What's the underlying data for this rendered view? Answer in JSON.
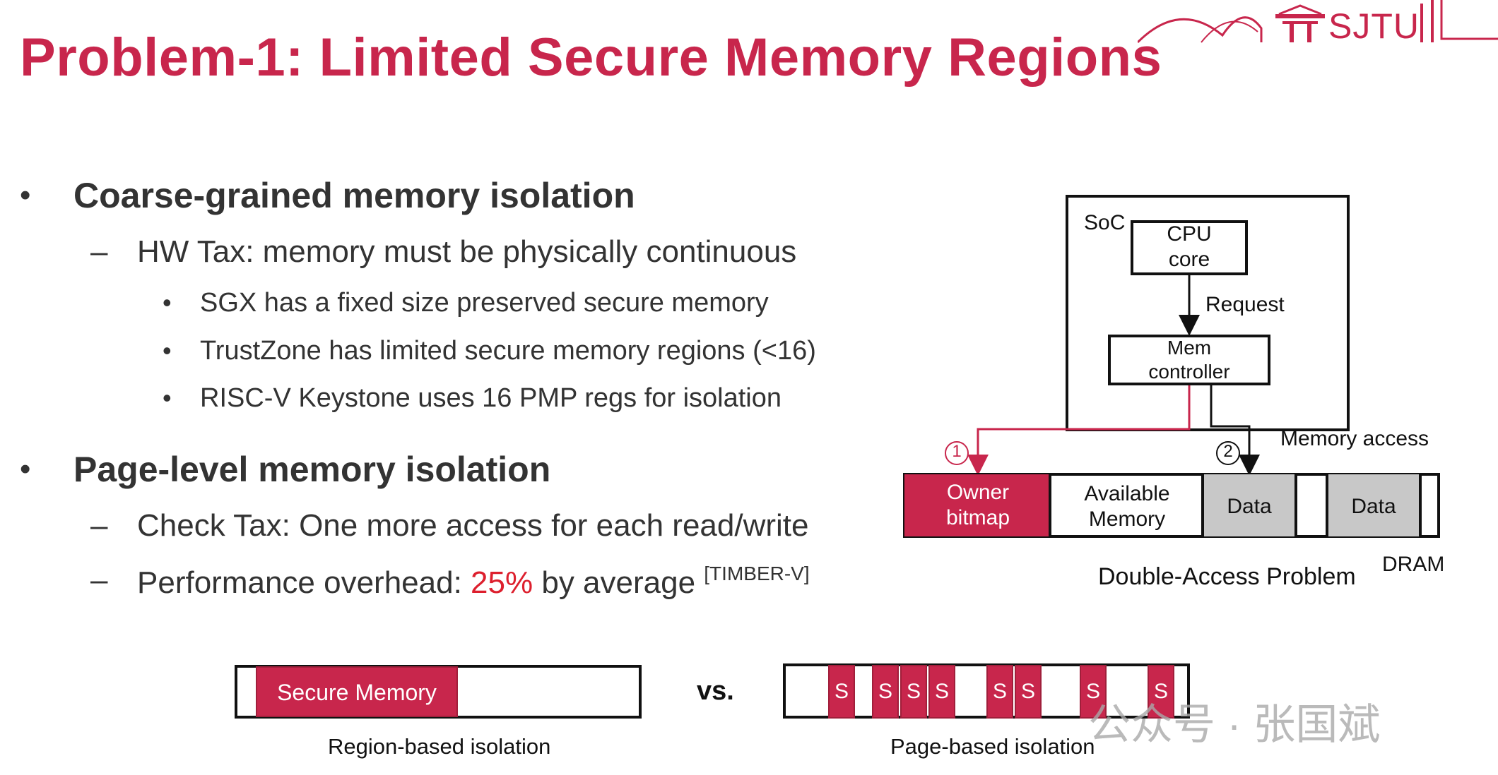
{
  "title": "Problem-1: Limited Secure Memory Regions",
  "logo_text": "SJTU",
  "bullets": {
    "b1": "Coarse-grained memory isolation",
    "b1_sub": "HW Tax: memory must be physically continuous",
    "b1_items": [
      "SGX has a fixed size preserved secure memory",
      "TrustZone has limited secure memory regions (<16)",
      "RISC-V Keystone uses 16 PMP regs for isolation"
    ],
    "b2": "Page-level memory isolation",
    "b2_sub1": "Check Tax: One more access for each read/write",
    "b2_sub2_pre": "Performance overhead: ",
    "b2_sub2_value": "25%",
    "b2_sub2_post": " by average ",
    "b2_sub2_ref": "[TIMBER-V]",
    "bullet_glyph": "•",
    "dash_glyph": "–"
  },
  "diagram": {
    "soc": "SoC",
    "cpu_line1": "CPU",
    "cpu_line2": "core",
    "request": "Request",
    "mem_line1": "Mem",
    "mem_line2": "controller",
    "step1": "1",
    "step2": "2",
    "memory_access": "Memory access",
    "owner_line1": "Owner",
    "owner_line2": "bitmap",
    "avail_line1": "Available",
    "avail_line2": "Memory",
    "data1": "Data",
    "data2": "Data",
    "dram": "DRAM",
    "caption": "Double-Access Problem",
    "colors": {
      "accent": "#c8264c",
      "data": "#c8c8c8"
    }
  },
  "bottom": {
    "secure_memory": "Secure Memory",
    "region_caption": "Region-based isolation",
    "vs": "vs.",
    "s_label": "S",
    "page_caption": "Page-based isolation"
  },
  "watermark": "公众号 · 张国斌"
}
